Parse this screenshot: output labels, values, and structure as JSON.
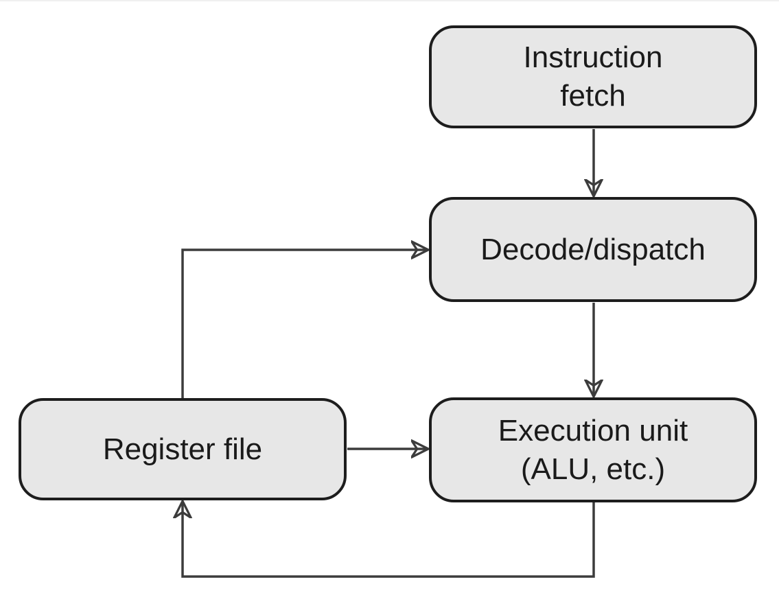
{
  "diagram": {
    "colors": {
      "background": "#ffffff",
      "node_fill": "#e7e7e7",
      "node_border": "#1d1d1d",
      "edge": "#3c3c3c",
      "text": "#1a1a1a",
      "page_border": "#f0f0f0"
    },
    "nodes": [
      {
        "id": "instruction-fetch",
        "lines": [
          "Instruction",
          "fetch"
        ]
      },
      {
        "id": "decode-dispatch",
        "lines": [
          "Decode/dispatch"
        ]
      },
      {
        "id": "execution-unit",
        "lines": [
          "Execution unit",
          "(ALU, etc.)"
        ]
      },
      {
        "id": "register-file",
        "lines": [
          "Register file"
        ]
      }
    ],
    "edges": [
      {
        "from": "instruction-fetch",
        "to": "decode-dispatch"
      },
      {
        "from": "decode-dispatch",
        "to": "execution-unit"
      },
      {
        "from": "register-file",
        "to": "decode-dispatch"
      },
      {
        "from": "register-file",
        "to": "execution-unit"
      },
      {
        "from": "execution-unit",
        "to": "register-file"
      }
    ]
  }
}
